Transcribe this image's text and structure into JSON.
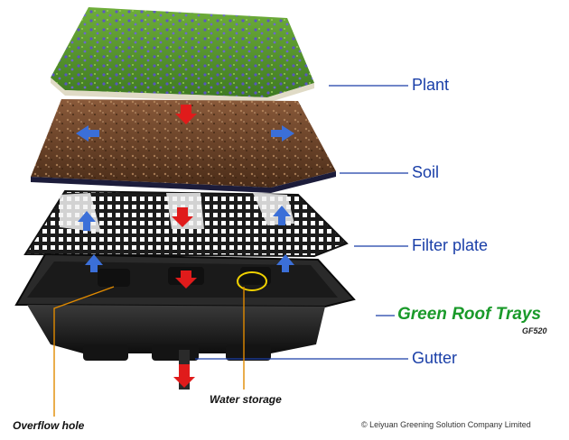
{
  "labels": {
    "plant": "Plant",
    "soil": "Soil",
    "filter_plate": "Filter plate",
    "gutter": "Gutter",
    "product_title": "Green Roof Trays",
    "model": "GF520",
    "water_storage": "Water storage",
    "overflow_hole": "Overflow hole",
    "copyright": "© Leiyuan Greening Solution Company Limited"
  },
  "colors": {
    "leader_blue": "#1a3fa8",
    "leader_orange": "#e08a00",
    "title_green": "#1a9a2a",
    "arrow_red": "#e01b1b",
    "arrow_blue": "#3b6fd8"
  }
}
